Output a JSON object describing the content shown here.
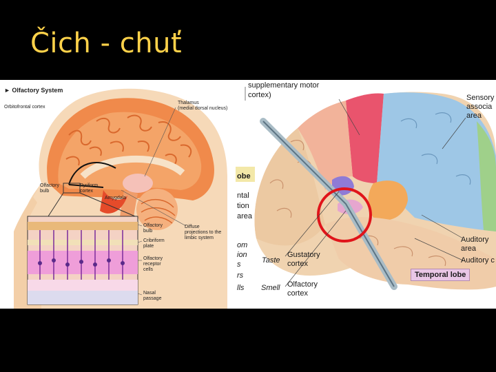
{
  "slide": {
    "title": "Čich - chuť"
  },
  "left_figure": {
    "heading": "► Olfactory System",
    "labels": {
      "orbitofrontal": "Orbitofrontal cortex",
      "thalamus": "Thalamus",
      "thalamus_sub": "(medial dorsal nucleus)",
      "olfactory_bulb": "Olfactory bulb",
      "piriform": "Pyriform cortex",
      "amygdala": "Amygdala",
      "diffuse": "Diffuse projections to the limbic system",
      "detail_bulb": "Olfactory bulb",
      "detail_cribriform": "Cribriform plate",
      "detail_receptor": "Olfactory receptor cells",
      "detail_nasal": "Nasal passage"
    }
  },
  "right_figure": {
    "labels": {
      "supplementary": "supplementary motor",
      "supplementary2": "cortex)",
      "sensory1": "Sensory",
      "sensory2": "associa",
      "sensory3": "area",
      "lobe": "obe",
      "ntal": "ntal",
      "tion": "tion",
      "area": "area",
      "om": "om",
      "ion": "ion",
      "s": "s",
      "rs": "rs",
      "ls": "lls",
      "taste": "Taste",
      "gustatory1": "Gustatory",
      "gustatory2": "cortex",
      "smell": "Smell",
      "olfactory1": "Olfactory",
      "olfactory2": "cortex",
      "auditory1": "Auditory",
      "auditory2": "area",
      "auditory3": "Auditory c",
      "temporal": "Temporal lobe"
    }
  }
}
